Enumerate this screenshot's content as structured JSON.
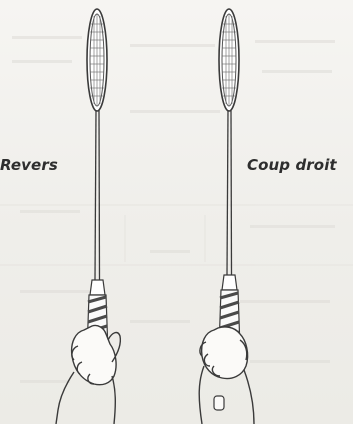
{
  "illustration": {
    "captions": {
      "left": "Revers",
      "right": "Coup droit"
    },
    "figures": [
      {
        "grip": "Revers",
        "object": "badminton-racket",
        "hand": "right-hand"
      },
      {
        "grip": "Coup droit",
        "object": "badminton-racket",
        "hand": "right-hand"
      }
    ]
  },
  "colors": {
    "paper": "#f4f3f0",
    "ink": "#3a3a3a",
    "bleed_text": "#d9d8d3",
    "grip_tape": "#4a4a4a"
  }
}
